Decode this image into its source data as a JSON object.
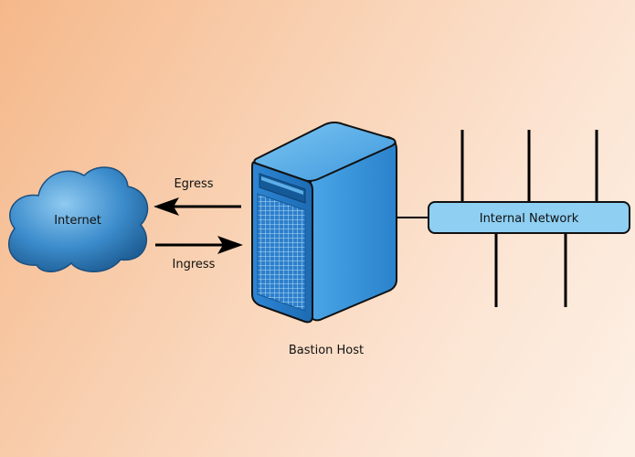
{
  "diagram": {
    "nodes": {
      "internet": {
        "label": "Internet",
        "icon": "cloud-icon"
      },
      "bastion": {
        "label": "Bastion Host",
        "icon": "server-tower-icon"
      },
      "internal_network": {
        "label": "Internal Network",
        "icon": "network-bus-icon"
      }
    },
    "edges": {
      "egress": {
        "label": "Egress",
        "from": "bastion",
        "to": "internet"
      },
      "ingress": {
        "label": "Ingress",
        "from": "internet",
        "to": "bastion"
      },
      "link": {
        "from": "bastion",
        "to": "internal_network"
      }
    },
    "colors": {
      "cloud": "#3f8fcf",
      "server": "#2f86d0",
      "network_bar": "#8ecff2",
      "line": "#000000"
    }
  }
}
